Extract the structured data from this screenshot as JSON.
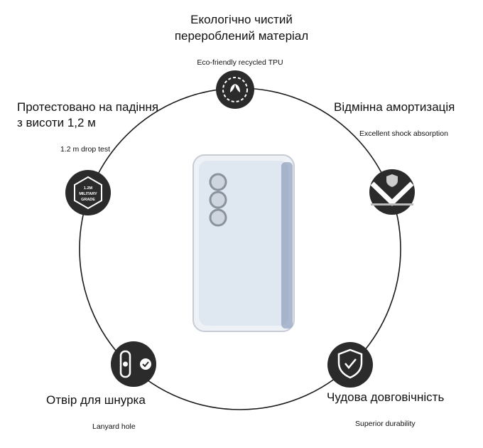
{
  "features": {
    "eco": {
      "title_line1": "Екологічно чистий",
      "title_line2": "перероблений матеріал",
      "subtitle": "Eco-friendly recycled TPU",
      "icon": "leaf-recycle-icon"
    },
    "drop": {
      "title_line1": "Протестовано на падіння",
      "title_line2": "з висоти 1,2 м",
      "subtitle": "1.2 m drop test",
      "icon": "military-grade-badge-icon",
      "badge_line1": "1.2M",
      "badge_line2": "MILITARY",
      "badge_line3": "GRADE"
    },
    "shock": {
      "title": "Відмінна амортизація",
      "subtitle": "Excellent shock absorption",
      "icon": "shock-absorption-icon"
    },
    "lanyard": {
      "title": "Отвір для шнурка",
      "subtitle": "Lanyard hole",
      "icon": "lanyard-hole-icon"
    },
    "durability": {
      "title": "Чудова довговічність",
      "subtitle": "Superior durability",
      "icon": "shield-check-icon"
    }
  },
  "colors": {
    "icon_bg": "#2b2b2b",
    "line": "#1a1a1a"
  }
}
